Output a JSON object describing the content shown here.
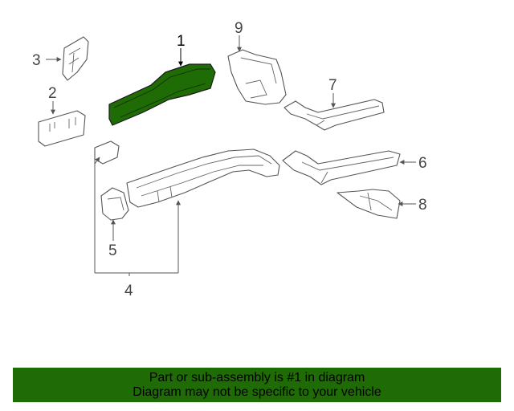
{
  "diagram": {
    "callouts": {
      "c1": "1",
      "c2": "2",
      "c3": "3",
      "c4": "4",
      "c5": "5",
      "c6": "6",
      "c7": "7",
      "c8": "8",
      "c9": "9"
    },
    "highlight_part": "1"
  },
  "banner": {
    "line1": "Part or sub-assembly is #1 in diagram",
    "line2": "Diagram may not be specific to your vehicle"
  },
  "colors": {
    "highlight": "#1f6b06",
    "banner": "#1f6b06",
    "line_art": "#555555"
  }
}
